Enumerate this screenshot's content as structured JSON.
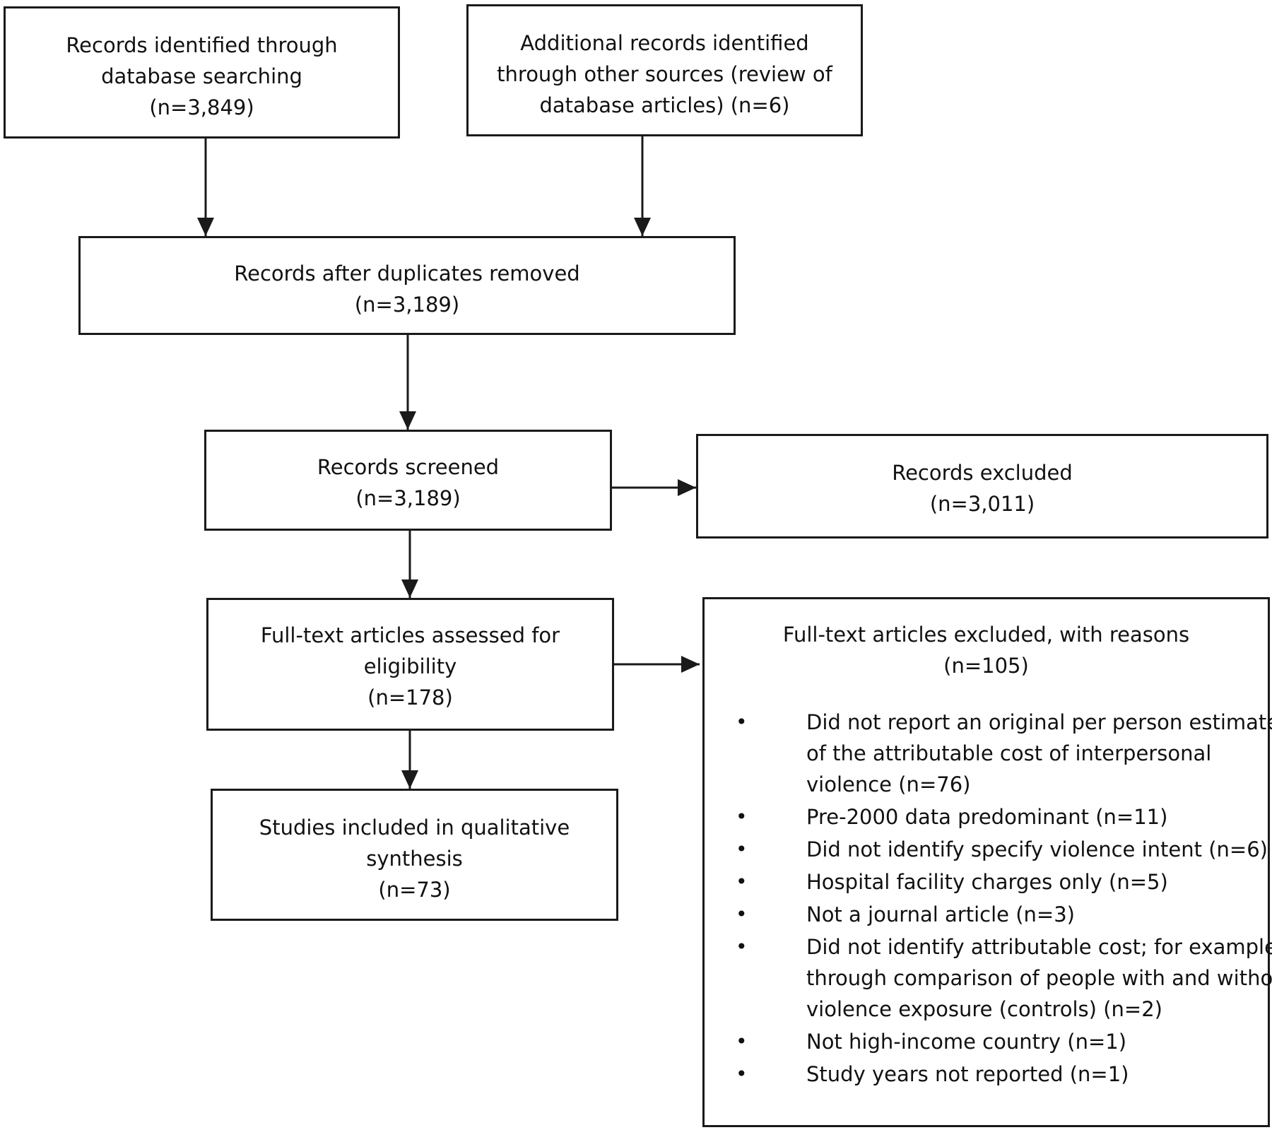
{
  "boxes": {
    "identified": {
      "lines": [
        "Records identified through",
        "database searching",
        "(n=3,849)"
      ]
    },
    "additional": {
      "lines": [
        "Additional records identified",
        "through other sources (review of",
        "database articles) (n=6)"
      ]
    },
    "deduplicated": {
      "lines": [
        "Records after duplicates removed",
        "(n=3,189)"
      ]
    },
    "screened": {
      "lines": [
        "Records screened",
        "(n=3,189)"
      ]
    },
    "excluded": {
      "lines": [
        "Records excluded",
        "(n=3,011)"
      ]
    },
    "fulltext": {
      "lines": [
        "Full-text articles assessed for",
        "eligibility",
        "(n=178)"
      ]
    },
    "included": {
      "lines": [
        "Studies included in qualitative",
        "synthesis",
        "(n=73)"
      ]
    },
    "fulltext_excluded": {
      "title_lines": [
        "Full-text articles excluded, with reasons",
        "(n=105)"
      ],
      "bullet_symbol": "•",
      "reasons": [
        [
          "Did not report an original per person estimate",
          "of the attributable cost of interpersonal",
          "violence (n=76)"
        ],
        [
          "Pre-2000 data predominant (n=11)"
        ],
        [
          "Did not identify specify violence intent (n=6)"
        ],
        [
          "Hospital facility charges only (n=5)"
        ],
        [
          "Not a journal article (n=3)"
        ],
        [
          "Did not identify attributable cost; for example,",
          "through comparison of people with and without",
          "violence exposure (controls) (n=2)"
        ],
        [
          "Not high-income country (n=1)"
        ],
        [
          "Study years not reported (n=1)"
        ]
      ]
    }
  }
}
